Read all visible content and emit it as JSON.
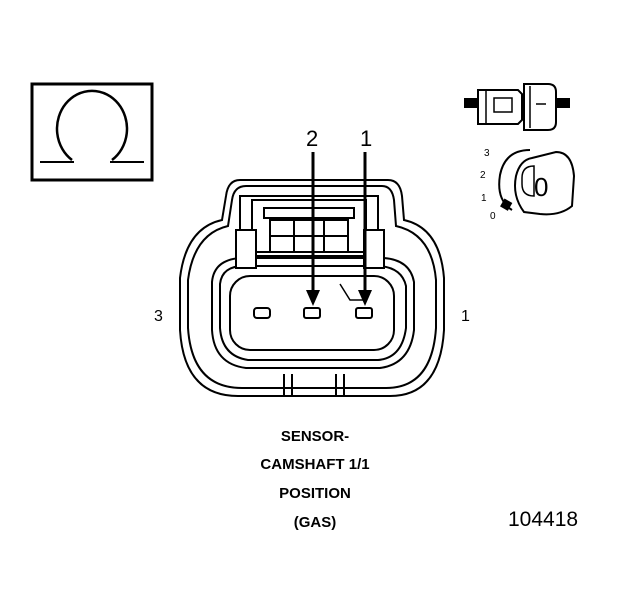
{
  "pin_labels": {
    "pin2": "2",
    "pin1": "1",
    "side3": "3",
    "side1": "1"
  },
  "lock_positions": [
    "3",
    "2",
    "1",
    "0"
  ],
  "lock_indicator": "0",
  "caption": {
    "line1": "SENSOR-",
    "line2": "CAMSHAFT 1/1",
    "line3": "POSITION",
    "line4": "(GAS)"
  },
  "figure_id": "104418",
  "icons": {
    "terminal_symbol": "omega-icon",
    "connector_side_view": "connector-side-icon",
    "lock_dial": "lock-dial-icon"
  }
}
